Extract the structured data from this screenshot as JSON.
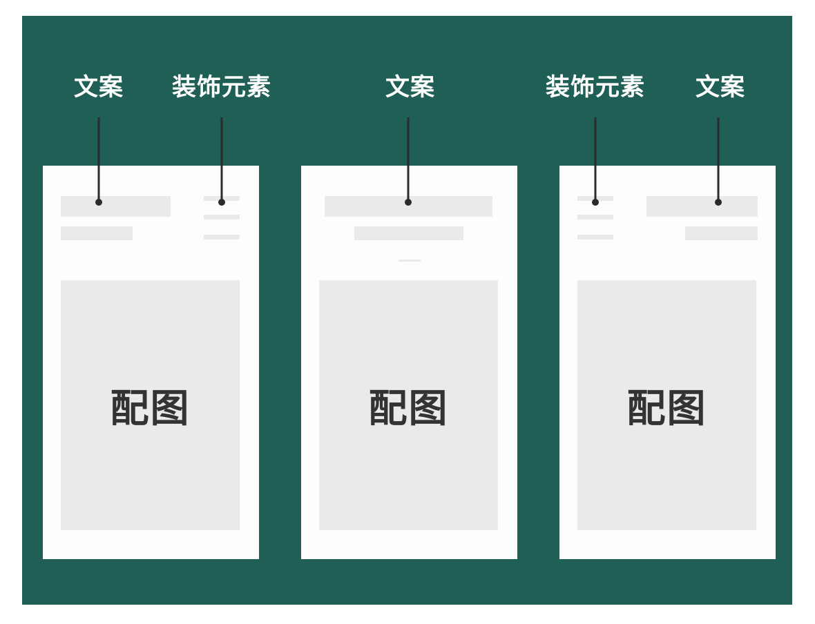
{
  "labels": {
    "copy": "文案",
    "decoration": "装饰元素"
  },
  "image_placeholder": "配图",
  "colors": {
    "background": "#1f5f55",
    "card": "#fdfdfd",
    "placeholder": "#ebe9ea",
    "pointer": "#2b2b2b"
  }
}
